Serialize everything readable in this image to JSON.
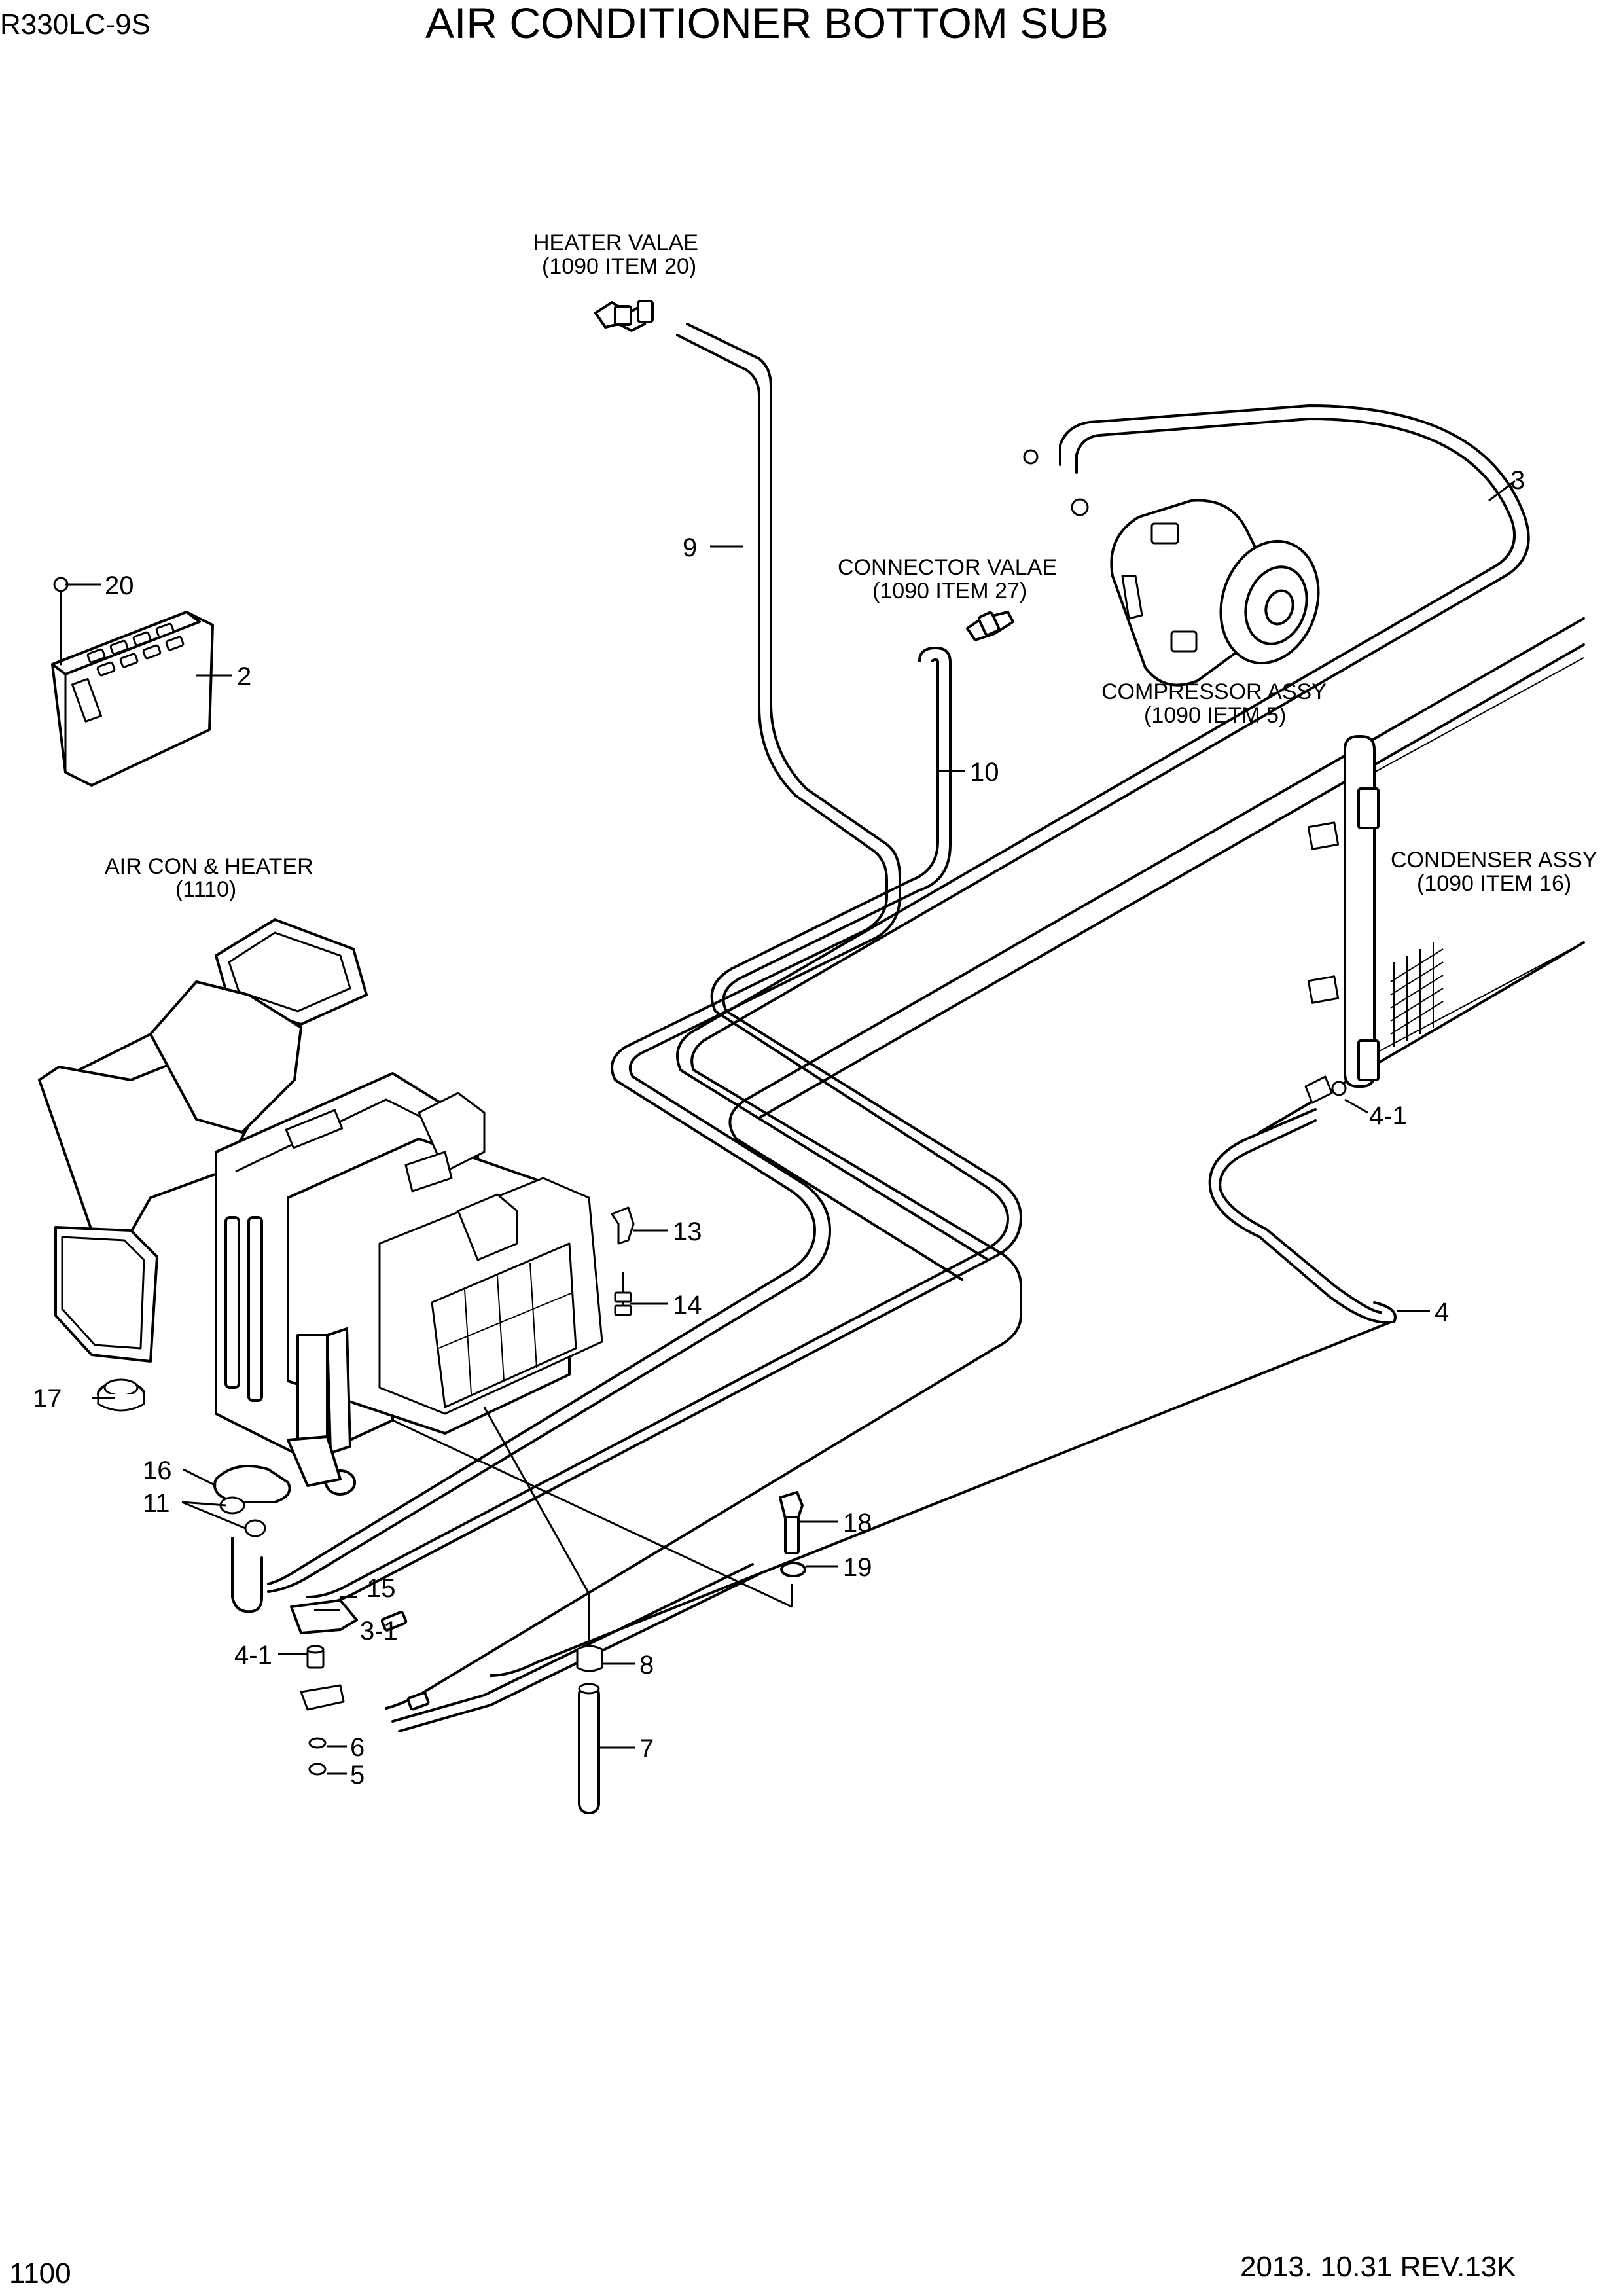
{
  "header": {
    "model": "R330LC-9S",
    "title": "AIR CONDITIONER BOTTOM SUB"
  },
  "footer": {
    "page_number": "1100",
    "revision": "2013. 10.31  REV.13K"
  },
  "reference_labels": {
    "heater_valve": {
      "name": "HEATER VALAE",
      "ref": "(1090 ITEM 20)"
    },
    "connector_valve": {
      "name": "CONNECTOR VALAE",
      "ref": "(1090 ITEM 27)"
    },
    "compressor": {
      "name": "COMPRESSOR ASSY",
      "ref": "(1090 IETM 5)"
    },
    "condenser": {
      "name": "CONDENSER ASSY",
      "ref": "(1090 ITEM 16)"
    },
    "aircon_heater": {
      "name": "AIR CON & HEATER",
      "ref": "(1110)"
    }
  },
  "callouts": {
    "c2": "2",
    "c3": "3",
    "c3_1": "3-1",
    "c4": "4",
    "c4_1_right": "4-1",
    "c4_1_left": "4-1",
    "c5": "5",
    "c6": "6",
    "c7": "7",
    "c8": "8",
    "c9": "9",
    "c10": "10",
    "c11": "11",
    "c13": "13",
    "c14": "14",
    "c15": "15",
    "c16": "16",
    "c17": "17",
    "c18": "18",
    "c19": "19",
    "c20": "20"
  }
}
